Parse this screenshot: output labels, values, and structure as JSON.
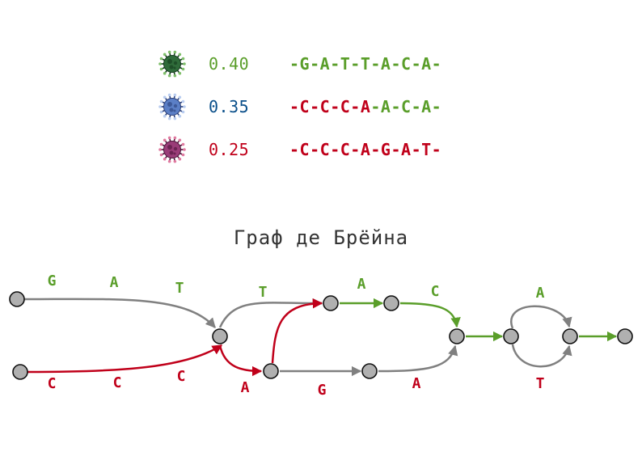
{
  "colors": {
    "green": "#5a9e2a",
    "blue": "#0a4f8a",
    "red": "#c0001a",
    "gray": "#808080",
    "node_fill": "#b0b0b0"
  },
  "legend": [
    {
      "frequency": "0.40",
      "freq_color": "green",
      "virus_icon": "green-virus-icon",
      "sequence": [
        {
          "t": "-",
          "c": "green"
        },
        {
          "t": "G",
          "c": "green"
        },
        {
          "t": "-",
          "c": "green"
        },
        {
          "t": "A",
          "c": "green"
        },
        {
          "t": "-",
          "c": "green"
        },
        {
          "t": "T",
          "c": "green"
        },
        {
          "t": "-",
          "c": "green"
        },
        {
          "t": "T",
          "c": "green"
        },
        {
          "t": "-",
          "c": "green"
        },
        {
          "t": "A",
          "c": "green"
        },
        {
          "t": "-",
          "c": "green"
        },
        {
          "t": "C",
          "c": "green"
        },
        {
          "t": "-",
          "c": "green"
        },
        {
          "t": "A",
          "c": "green"
        },
        {
          "t": "-",
          "c": "green"
        }
      ]
    },
    {
      "frequency": "0.35",
      "freq_color": "blue",
      "virus_icon": "blue-virus-icon",
      "sequence": [
        {
          "t": "-",
          "c": "red"
        },
        {
          "t": "C",
          "c": "red"
        },
        {
          "t": "-",
          "c": "red"
        },
        {
          "t": "C",
          "c": "red"
        },
        {
          "t": "-",
          "c": "red"
        },
        {
          "t": "C",
          "c": "red"
        },
        {
          "t": "-",
          "c": "red"
        },
        {
          "t": "A",
          "c": "red"
        },
        {
          "t": "-",
          "c": "green"
        },
        {
          "t": "A",
          "c": "green"
        },
        {
          "t": "-",
          "c": "green"
        },
        {
          "t": "C",
          "c": "green"
        },
        {
          "t": "-",
          "c": "green"
        },
        {
          "t": "A",
          "c": "green"
        },
        {
          "t": "-",
          "c": "green"
        }
      ]
    },
    {
      "frequency": "0.25",
      "freq_color": "red",
      "virus_icon": "purple-virus-icon",
      "sequence": [
        {
          "t": "-",
          "c": "red"
        },
        {
          "t": "C",
          "c": "red"
        },
        {
          "t": "-",
          "c": "red"
        },
        {
          "t": "C",
          "c": "red"
        },
        {
          "t": "-",
          "c": "red"
        },
        {
          "t": "C",
          "c": "red"
        },
        {
          "t": "-",
          "c": "red"
        },
        {
          "t": "A",
          "c": "red"
        },
        {
          "t": "-",
          "c": "red"
        },
        {
          "t": "G",
          "c": "red"
        },
        {
          "t": "-",
          "c": "red"
        },
        {
          "t": "A",
          "c": "red"
        },
        {
          "t": "-",
          "c": "red"
        },
        {
          "t": "T",
          "c": "red"
        },
        {
          "t": "-",
          "c": "red"
        }
      ]
    }
  ],
  "graph": {
    "title": "Граф де Брёйна",
    "edge_labels": [
      {
        "id": "g1",
        "text": "G",
        "color": "green"
      },
      {
        "id": "a1",
        "text": "A",
        "color": "green"
      },
      {
        "id": "t1",
        "text": "T",
        "color": "green"
      },
      {
        "id": "t2",
        "text": "T",
        "color": "green"
      },
      {
        "id": "a2",
        "text": "A",
        "color": "green"
      },
      {
        "id": "c1",
        "text": "C",
        "color": "green"
      },
      {
        "id": "a3",
        "text": "A",
        "color": "green"
      },
      {
        "id": "c2",
        "text": "C",
        "color": "red"
      },
      {
        "id": "c3",
        "text": "C",
        "color": "red"
      },
      {
        "id": "c4",
        "text": "C",
        "color": "red"
      },
      {
        "id": "a4",
        "text": "A",
        "color": "red"
      },
      {
        "id": "g2",
        "text": "G",
        "color": "red"
      },
      {
        "id": "a5",
        "text": "A",
        "color": "red"
      },
      {
        "id": "t3",
        "text": "T",
        "color": "red"
      }
    ]
  }
}
